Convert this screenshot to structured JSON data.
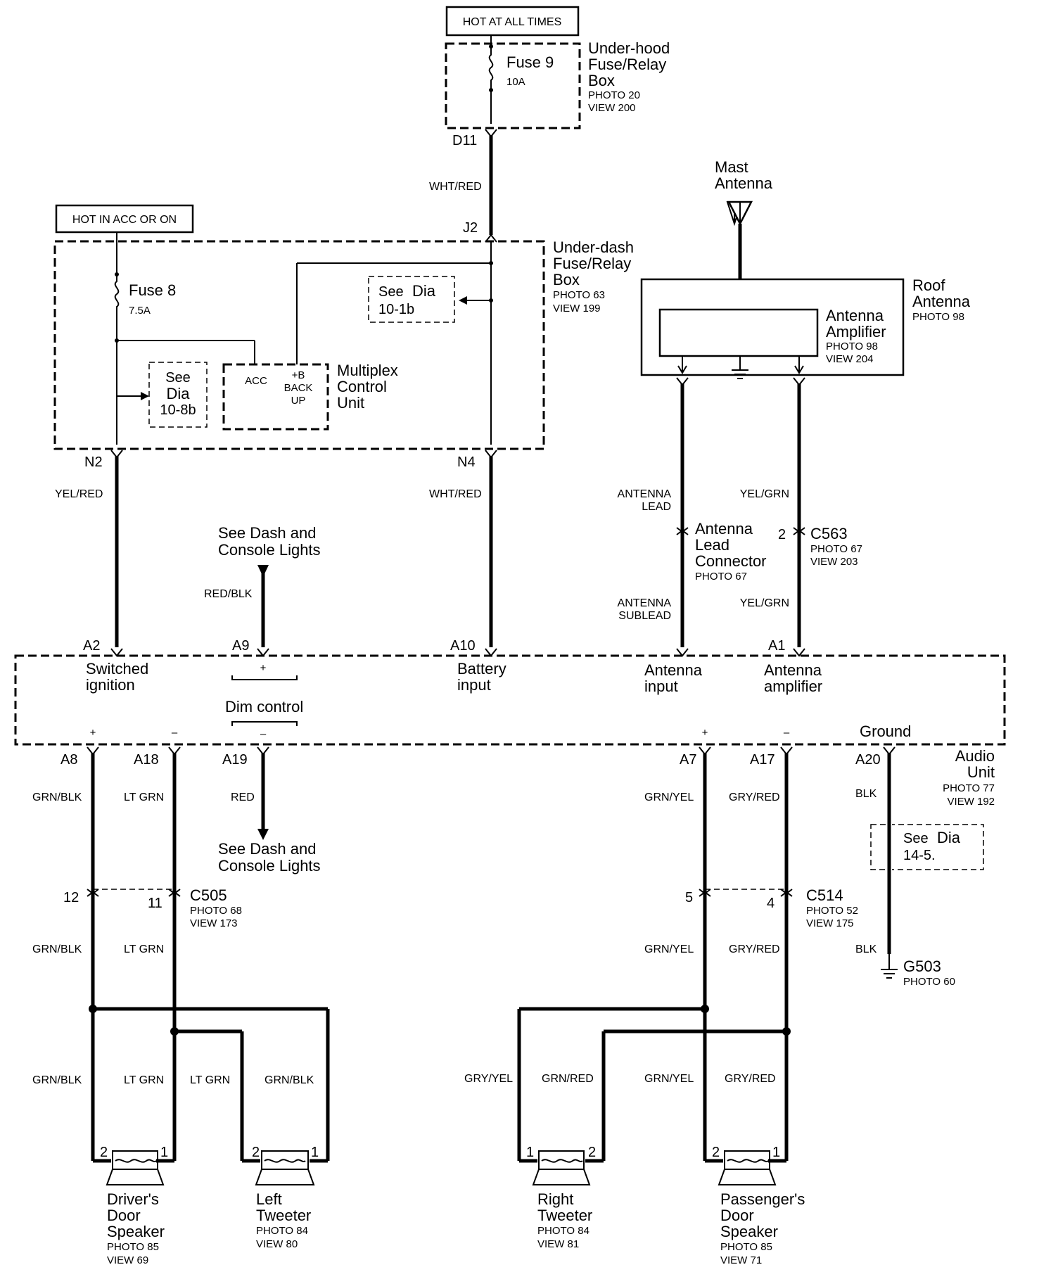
{
  "sources": {
    "hot_at_all_times": "HOT AT ALL TIMES",
    "hot_in_acc_or_on": "HOT IN ACC OR ON"
  },
  "underhood_box": {
    "fuse_name": "Fuse 9",
    "fuse_rating": "10A",
    "title_l1": "Under-hood",
    "title_l2": "Fuse/Relay",
    "title_l3": "Box",
    "photo": "PHOTO 20",
    "view": "VIEW 200",
    "terminal": "D11",
    "wire": "WHT/RED"
  },
  "underdash_box": {
    "title_l1": "Under-dash",
    "title_l2": "Fuse/Relay",
    "title_l3": "Box",
    "photo": "PHOTO 63",
    "view": "VIEW 199",
    "terminal_in": "J2",
    "fuse_name": "Fuse 8",
    "fuse_rating": "7.5A",
    "see_dia_a_l1": "See",
    "see_dia_a_l2": "Dia",
    "see_dia_a_l3": "10-8b",
    "see_dia_b_l1": "See",
    "see_dia_b_l2": "Dia",
    "see_dia_b_l3": "10-1b",
    "mcu_acc": "ACC",
    "mcu_b_l1": "+B",
    "mcu_b_l2": "BACK",
    "mcu_b_l3": "UP",
    "mcu_title_l1": "Multiplex",
    "mcu_title_l2": "Control",
    "mcu_title_l3": "Unit",
    "terminal_n2": "N2",
    "terminal_n4": "N4"
  },
  "antenna": {
    "mast_l1": "Mast",
    "mast_l2": "Antenna",
    "roof_l1": "Roof",
    "roof_l2": "Antenna",
    "roof_photo": "PHOTO 98",
    "amp_l1": "Antenna",
    "amp_l2": "Amplifier",
    "amp_photo": "PHOTO 98",
    "amp_view": "VIEW 204",
    "lead_l1": "ANTENNA",
    "lead_l2": "LEAD",
    "sublead_l1": "ANTENNA",
    "sublead_l2": "SUBLEAD",
    "lead_conn_l1": "Antenna",
    "lead_conn_l2": "Lead",
    "lead_conn_l3": "Connector",
    "lead_conn_photo": "PHOTO 67",
    "c563_pin": "2",
    "c563": "C563",
    "c563_photo": "PHOTO 67",
    "c563_view": "VIEW 203",
    "wire_yelgrn": "YEL/GRN"
  },
  "wires": {
    "yel_red": "YEL/RED",
    "wht_red": "WHT/RED",
    "red_blk": "RED/BLK",
    "red": "RED",
    "grn_blk": "GRN/BLK",
    "lt_grn": "LT GRN",
    "grn_yel": "GRN/YEL",
    "gry_red": "GRY/RED",
    "gry_yel": "GRY/YEL",
    "grn_red": "GRN/RED",
    "blk": "BLK"
  },
  "dash_lights": {
    "l1": "See Dash and",
    "l2": "Console Lights"
  },
  "audio_unit": {
    "pin_a2": "A2",
    "pin_a9": "A9",
    "pin_a10": "A10",
    "pin_a1": "A1",
    "pin_a8": "A8",
    "pin_a18": "A18",
    "pin_a19": "A19",
    "pin_a7": "A7",
    "pin_a17": "A17",
    "pin_a20": "A20",
    "switched_l1": "Switched",
    "switched_l2": "ignition",
    "battery_l1": "Battery",
    "battery_l2": "input",
    "ant_in_l1": "Antenna",
    "ant_in_l2": "input",
    "ant_amp_l1": "Antenna",
    "ant_amp_l2": "amplifier",
    "dim_control": "Dim control",
    "ground": "Ground",
    "title_l1": "Audio",
    "title_l2": "Unit",
    "photo": "PHOTO 77",
    "view": "VIEW 192",
    "plus": "+",
    "minus": "–"
  },
  "ground": {
    "see_dia_l1": "See",
    "see_dia_l2": "Dia",
    "see_dia_l3": "14-5.",
    "g503": "G503",
    "g503_photo": "PHOTO 60"
  },
  "connectors": {
    "c505": "C505",
    "c505_photo": "PHOTO 68",
    "c505_view": "VIEW 173",
    "c505_pin_a": "12",
    "c505_pin_b": "11",
    "c514": "C514",
    "c514_photo": "PHOTO 52",
    "c514_view": "VIEW 175",
    "c514_pin_a": "5",
    "c514_pin_b": "4"
  },
  "speakers": {
    "pin1": "1",
    "pin2": "2",
    "drivers_l1": "Driver's",
    "drivers_l2": "Door",
    "drivers_l3": "Speaker",
    "drivers_photo": "PHOTO 85",
    "drivers_view": "VIEW 69",
    "left_tw_l1": "Left",
    "left_tw_l2": "Tweeter",
    "left_tw_photo": "PHOTO 84",
    "left_tw_view": "VIEW 80",
    "right_tw_l1": "Right",
    "right_tw_l2": "Tweeter",
    "right_tw_photo": "PHOTO 84",
    "right_tw_view": "VIEW 81",
    "pass_l1": "Passenger's",
    "pass_l2": "Door",
    "pass_l3": "Speaker",
    "pass_photo": "PHOTO 85",
    "pass_view": "VIEW 71"
  }
}
